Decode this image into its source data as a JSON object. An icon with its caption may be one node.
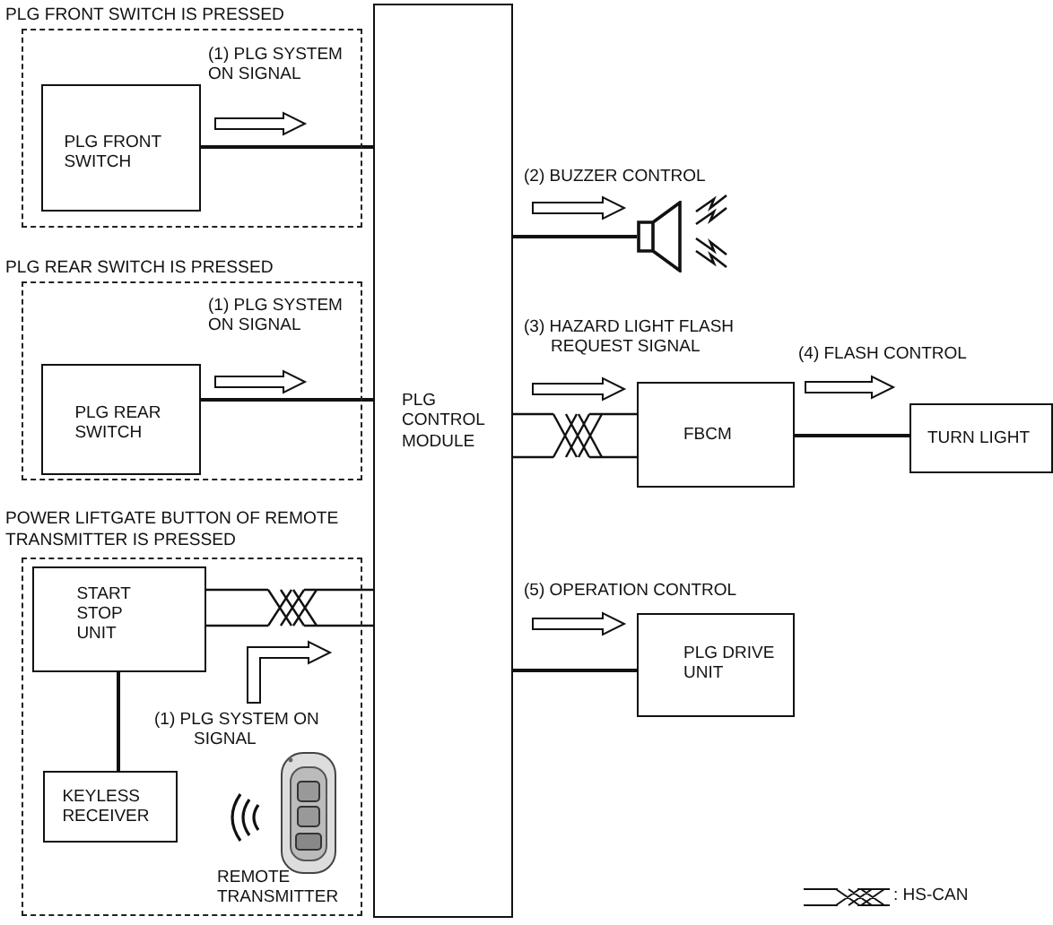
{
  "diagram": {
    "nodes": [
      {
        "text": [
          "PLG FRONT SWITCH IS PRESSED"
        ]
      },
      {
        "text": [
          "PLG FRONT SWITCH"
        ],
        "in": 0
      },
      {
        "text": [
          "PLG REAR SWITCH IS PRESSED"
        ]
      },
      {
        "text": [
          "PLG REAR SWITCH"
        ],
        "in": 2
      },
      {
        "text": [
          "POWER LIFTGATE BUTTON OF REMOTE TRANSMITTER IS PRESSED"
        ]
      },
      {
        "text": [
          "START STOP UNIT"
        ],
        "in": 4
      },
      {
        "text": [
          "KEYLESS RECEIVER"
        ],
        "in": 4
      },
      {
        "text": [
          "PLG CONTROL MODULE"
        ]
      },
      {
        "text": [],
        "shape": "speaker"
      },
      {
        "text": [
          "FBCM"
        ]
      },
      {
        "text": [
          "TURN LIGHT"
        ]
      },
      {
        "text": [
          "PLG DRIVE UNIT"
        ]
      }
    ],
    "edges": [
      {
        "from": 1,
        "to": 7,
        "arrow": "none"
      },
      {
        "from": 3,
        "to": 7,
        "arrow": "none"
      },
      {
        "from": 5,
        "to": 7,
        "arrow": "none"
      },
      {
        "from": 5,
        "to": 6,
        "arrow": "none"
      },
      {
        "from": 7,
        "to": 8,
        "arrow": "none"
      },
      {
        "from": 7,
        "to": 9,
        "arrow": "none"
      },
      {
        "from": 9,
        "to": 10,
        "arrow": "none"
      },
      {
        "from": 7,
        "to": 11,
        "arrow": "none"
      },
      {
        "from": 1,
        "to": 7,
        "arrow": "to",
        "label": "(1) PLG SYSTEM ON SIGNAL"
      },
      {
        "from": 3,
        "to": 7,
        "arrow": "to",
        "label": "(1) PLG SYSTEM ON SIGNAL"
      },
      {
        "from": 5,
        "to": 7,
        "arrow": "to",
        "label": "(1) PLG SYSTEM ON SIGNAL"
      },
      {
        "from": 7,
        "to": 8,
        "arrow": "to",
        "label": "(2) BUZZER CONTROL"
      },
      {
        "from": 7,
        "to": 9,
        "arrow": "to",
        "label": "(3) HAZARD LIGHT FLASH REQUEST SIGNAL"
      },
      {
        "from": 9,
        "to": 10,
        "arrow": "to",
        "label": "(4) FLASH CONTROL"
      },
      {
        "from": 7,
        "to": 11,
        "arrow": "to",
        "label": "(5) OPERATION CONTROL"
      }
    ],
    "labels": [
      "REMOTE TRANSMITTER"
    ],
    "legend": [
      {
        "text": ": HS-CAN"
      }
    ]
  }
}
